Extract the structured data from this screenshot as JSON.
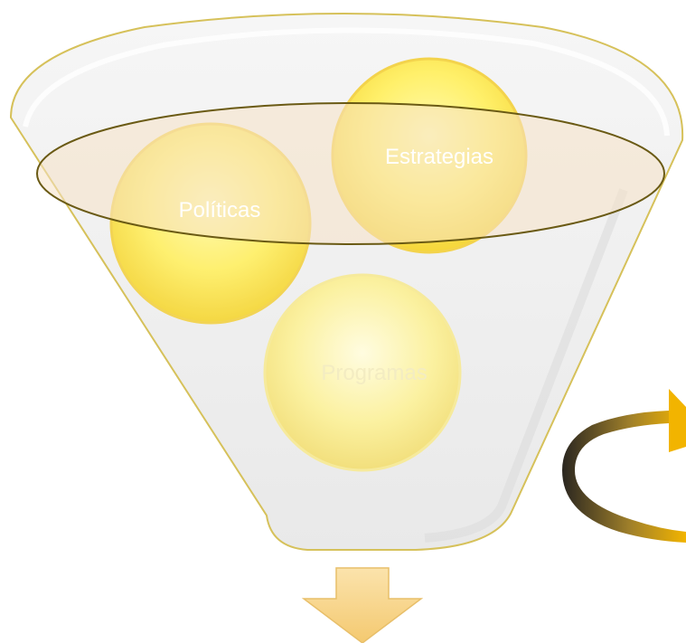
{
  "diagram": {
    "circles": [
      {
        "id": "politicas",
        "label": "Políticas",
        "text_color": "#ffffff"
      },
      {
        "id": "estrategias",
        "label": "Estrategias",
        "text_color": "#ffffff"
      },
      {
        "id": "programas",
        "label": "Programas",
        "text_color": "#f3ecc2"
      }
    ],
    "colors": {
      "funnel_fill": "#efefef",
      "funnel_outline": "#d6c15a",
      "rim_fill": "#f6e2c6",
      "rim_outline": "#6a5a14",
      "circle_fill": "#fff06a",
      "circle_outline": "#f3d34c",
      "arrow_fill": "#f8d58b",
      "curve_dark": "#2e2a24",
      "curve_gold": "#f0b400"
    }
  }
}
